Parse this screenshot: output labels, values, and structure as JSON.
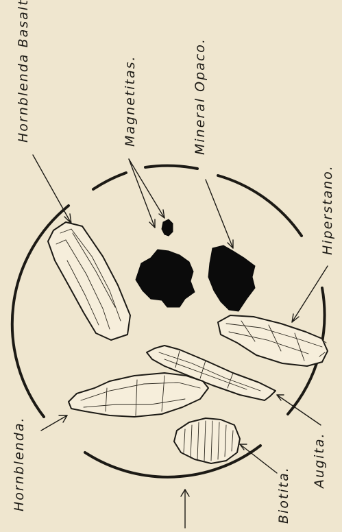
{
  "labels": {
    "hornblenda_basaltica": "Hornblenda Basaltica.",
    "magnetitas": "Magnetitas.",
    "mineral_opaco": "Mineral Opaco.",
    "hiperstano": "Hiperstano.",
    "augita": "Augita.",
    "biotita": "Biotita.",
    "hornblenda": "Hornblenda."
  },
  "colors": {
    "paper": "#efe6cf",
    "ink": "#1c1a15",
    "crystal_fill": "#f6eedb",
    "opaque_fill": "#0b0b0b"
  }
}
